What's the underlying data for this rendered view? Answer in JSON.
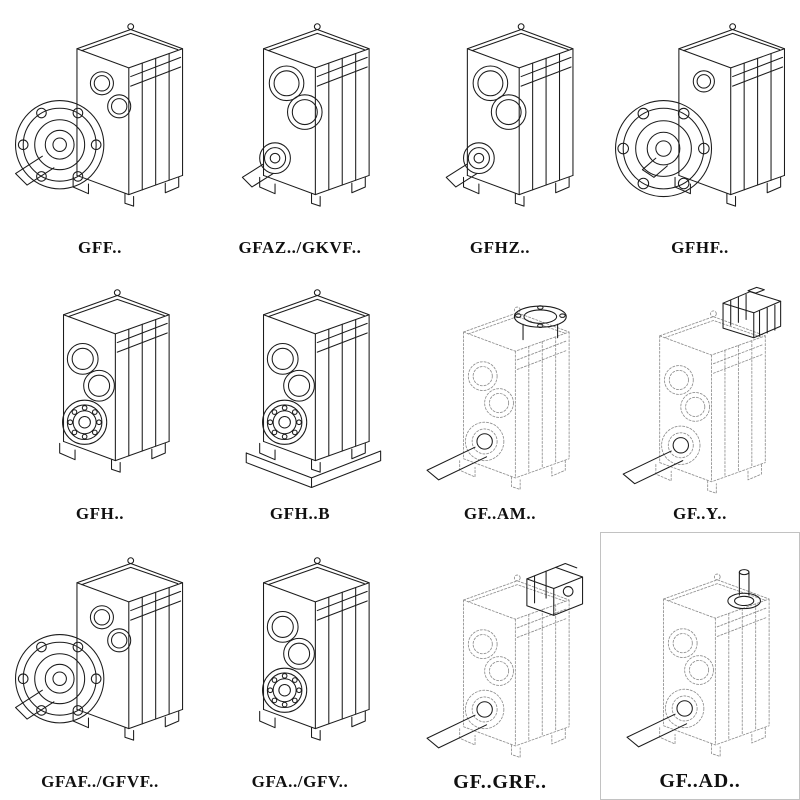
{
  "page": {
    "background": "#ffffff",
    "line_color": "#1c1c1c",
    "dashed_line_color": "#909090"
  },
  "catalog": {
    "cells": [
      {
        "id": "gff",
        "label": "GFF..",
        "variant": "flange-output-with-solid-shaft",
        "line_style": "solid"
      },
      {
        "id": "gfaz-gkvf",
        "label": "GFAZ../GKVF..",
        "variant": "hollow-shaft-top-bores",
        "line_style": "solid"
      },
      {
        "id": "gfhz",
        "label": "GFHZ..",
        "variant": "hollow-shaft-top-bores",
        "line_style": "solid"
      },
      {
        "id": "gfhf",
        "label": "GFHF..",
        "variant": "front-flange",
        "line_style": "solid"
      },
      {
        "id": "gfh",
        "label": "GFH..",
        "variant": "hollow-front-bearing",
        "line_style": "solid"
      },
      {
        "id": "gfh-b",
        "label": "GFH..B",
        "variant": "hollow-front-bearing-baseplate",
        "line_style": "solid"
      },
      {
        "id": "gf-am",
        "label": "GF..AM..",
        "variant": "motor-flange-adapter",
        "line_style": "dashed"
      },
      {
        "id": "gf-y",
        "label": "GF..Y..",
        "variant": "mounted-motor",
        "line_style": "dashed"
      },
      {
        "id": "gfaf-gfvf",
        "label": "GFAF../GFVF..",
        "variant": "flange-output-with-solid-shaft",
        "line_style": "solid"
      },
      {
        "id": "gfa-gfv",
        "label": "GFA../GFV..",
        "variant": "hollow-front-bearing",
        "line_style": "solid"
      },
      {
        "id": "gf-grf",
        "label": "GF..GRF..",
        "variant": "input-adapter-box",
        "line_style": "dashed"
      },
      {
        "id": "gf-ad",
        "label": "GF..AD..",
        "variant": "input-shaft-adapter",
        "line_style": "dashed"
      }
    ]
  }
}
